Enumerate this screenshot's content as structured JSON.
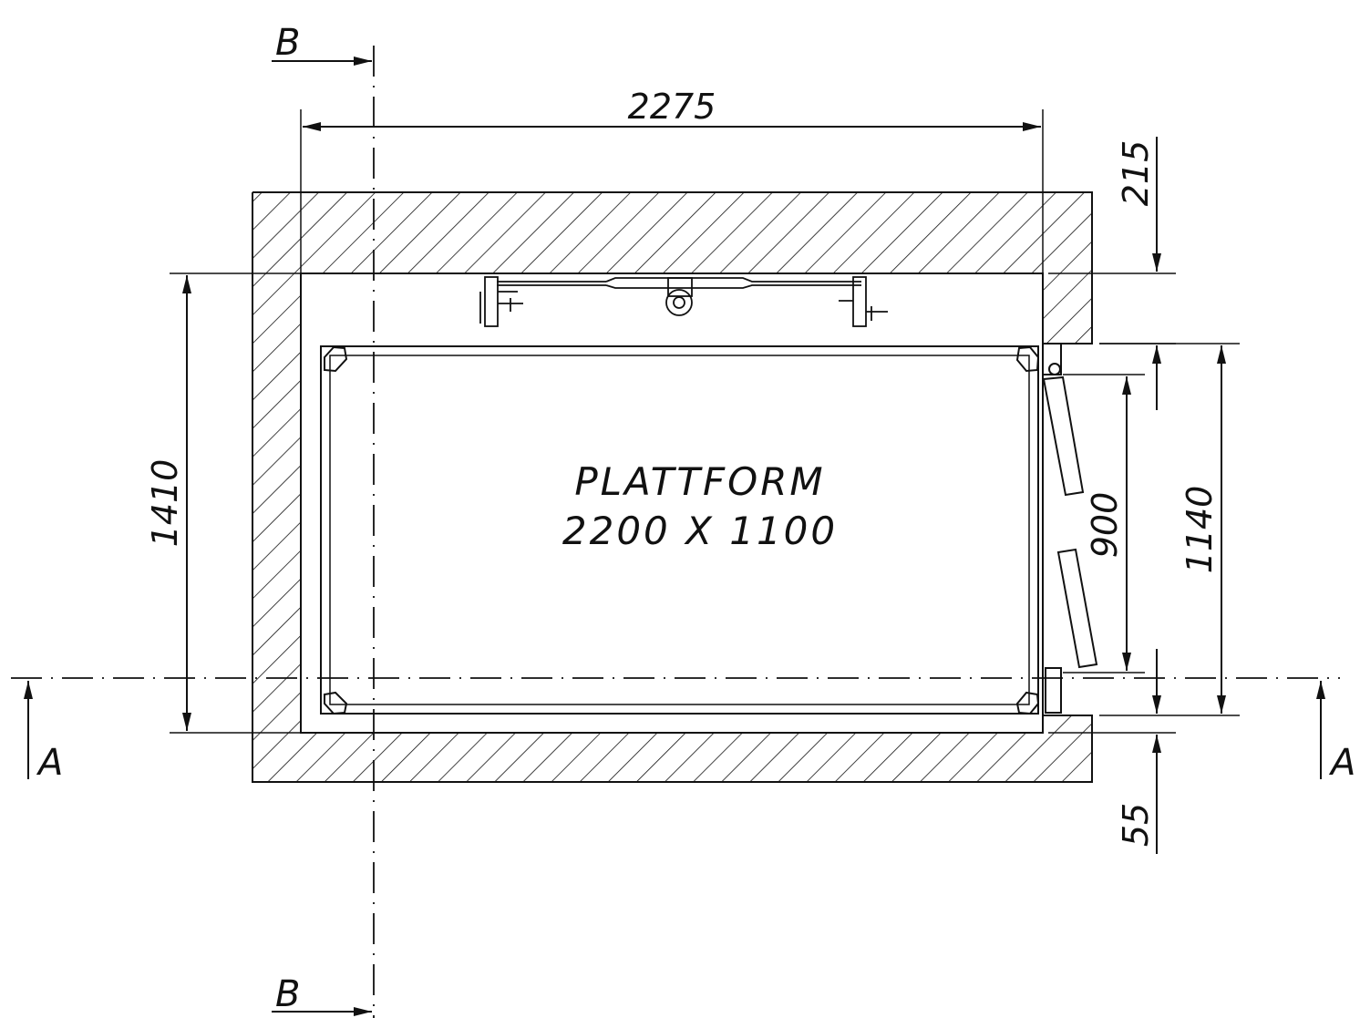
{
  "platform": {
    "line1": "PLATTFORM",
    "line2": "2200 X 1100"
  },
  "dimensions": {
    "width_top": "2275",
    "wall_top": "215",
    "shaft_depth": "1410",
    "door_opening": "900",
    "door_frame": "1140",
    "wall_bottom": "55"
  },
  "sections": {
    "b_top": "B",
    "b_bottom": "B",
    "a_left": "A",
    "a_right": "A"
  },
  "colors": {
    "line": "#111111",
    "background": "#ffffff"
  }
}
